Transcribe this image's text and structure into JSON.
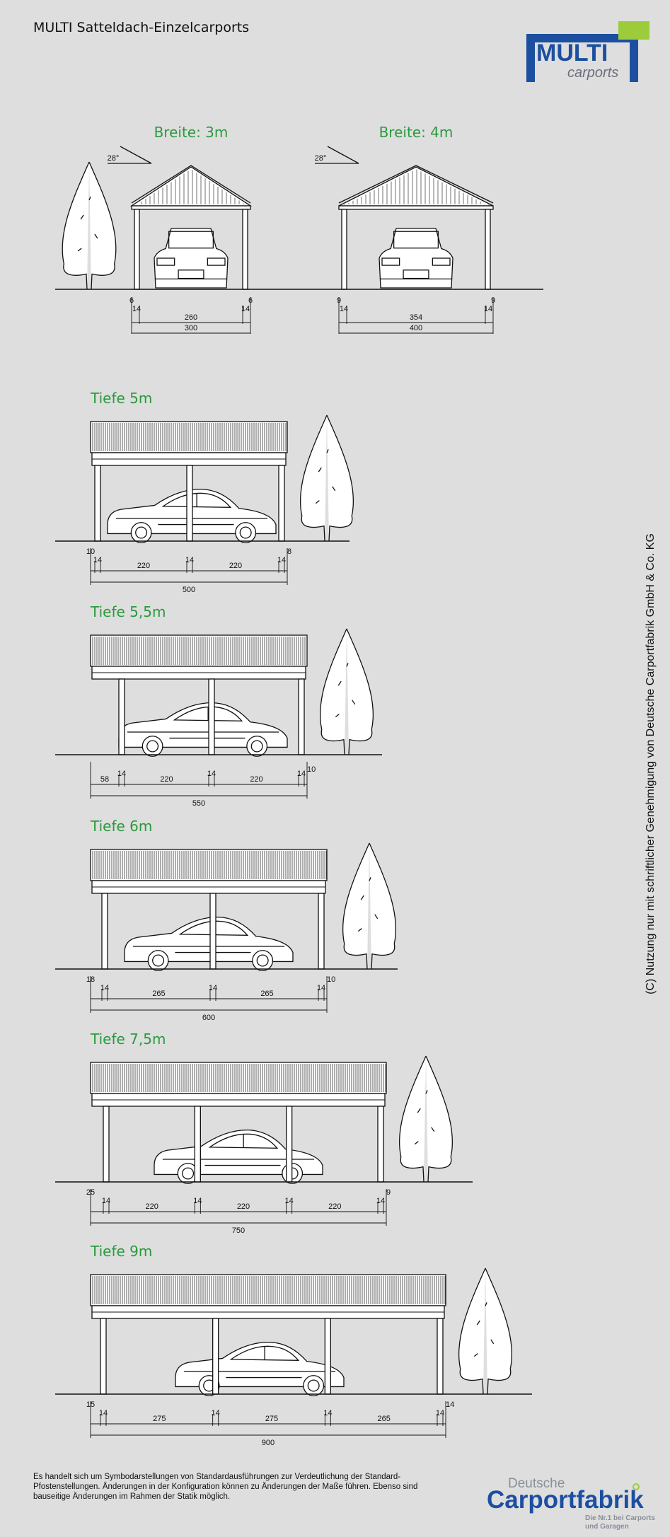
{
  "page_title": "MULTI Satteldach-Einzelcarports",
  "logo_multi": {
    "word": "MULTI",
    "sub": "carports",
    "color_blue": "#1c4fa0",
    "color_green": "#9ccc3c"
  },
  "copyright": "(C) Nutzung nur mit schriftlicher Genehmigung von Deutsche Carportfabrik GmbH & Co. KG",
  "disclaimer": [
    "Es handelt sich um Symbodarstellungen von Standardausführungen zur Verdeutlichung der Standard-",
    "Pfostenstellungen. Änderungen in der Konfiguration können zu Änderungen der Maße führen. Ebenso sind",
    "bauseitige Änderungen im Rahmen der Statik möglich."
  ],
  "logo_dc": {
    "line1": "Deutsche",
    "line2": "Carportfabrik",
    "tag1": "Die Nr.1 bei Carports",
    "tag2": "und Garagen"
  },
  "accent_color": "#2a9a3c",
  "front_views": [
    {
      "title": "Breite: 3m",
      "angle": "28°",
      "left_outer": "6",
      "right_outer": "6",
      "post_left": "14",
      "post_right": "14",
      "inner": "260",
      "total": "300"
    },
    {
      "title": "Breite: 4m",
      "angle": "28°",
      "left_outer": "9",
      "right_outer": "9",
      "post_left": "14",
      "post_right": "14",
      "inner": "354",
      "total": "400"
    }
  ],
  "side_views": [
    {
      "title": "Tiefe 5m",
      "front_overhang": "10",
      "rear_overhang": "8",
      "posts": [
        "14",
        "14",
        "14"
      ],
      "spans": [
        "220",
        "220"
      ],
      "total": "500"
    },
    {
      "title": "Tiefe 5,5m",
      "front_overhang": "58",
      "rear_overhang": "10",
      "posts": [
        "14",
        "14",
        "14"
      ],
      "spans": [
        "220",
        "220"
      ],
      "total": "550"
    },
    {
      "title": "Tiefe 6m",
      "front_overhang": "18",
      "rear_overhang": "10",
      "posts": [
        "14",
        "14",
        "14"
      ],
      "spans": [
        "265",
        "265"
      ],
      "total": "600"
    },
    {
      "title": "Tiefe 7,5m",
      "front_overhang": "25",
      "rear_overhang": "9",
      "posts": [
        "14",
        "14",
        "14",
        "14"
      ],
      "spans": [
        "220",
        "220",
        "220"
      ],
      "total": "750"
    },
    {
      "title": "Tiefe 9m",
      "front_overhang": "15",
      "rear_overhang": "14",
      "posts": [
        "14",
        "14",
        "14",
        "14"
      ],
      "spans": [
        "275",
        "275",
        "265"
      ],
      "total": "900"
    }
  ]
}
